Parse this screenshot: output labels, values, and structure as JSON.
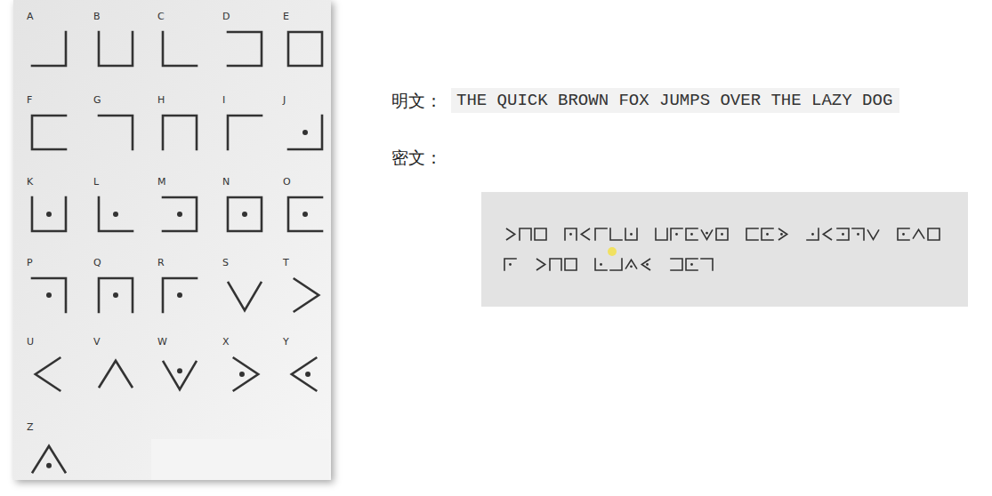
{
  "diagram": {
    "nodes": [
      {
        "text": [
          "THE QUICK BROWN FOX JUMPS OVER THE LAZY DOG"
        ]
      }
    ],
    "labels": [
      "A",
      "B",
      "C",
      "D",
      "E",
      "F",
      "G",
      "H",
      "I",
      "J",
      "K",
      "L",
      "M",
      "N",
      "O",
      "P",
      "Q",
      "R",
      "S",
      "T",
      "U",
      "V",
      "W",
      "X",
      "Y",
      "Z",
      "明文：",
      "密文："
    ]
  }
}
